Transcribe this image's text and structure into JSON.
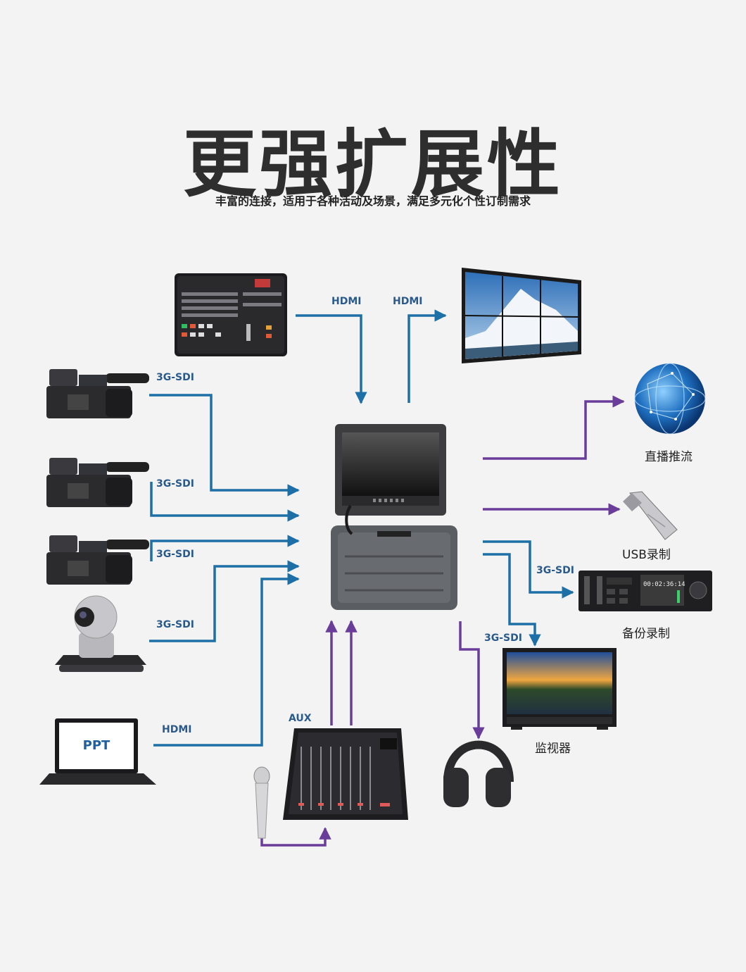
{
  "header": {
    "title": "更强扩展性",
    "subtitle": "丰富的连接，适用于各种活动及场景，满足多元化个性订制需求"
  },
  "links": {
    "hdmi_switcher": "HDMI",
    "hdmi_videowall": "HDMI",
    "sdi_cam1": "3G-SDI",
    "sdi_cam2": "3G-SDI",
    "sdi_cam3": "3G-SDI",
    "sdi_ptz": "3G-SDI",
    "hdmi_laptop": "HDMI",
    "aux_mixer": "AUX",
    "sdi_recorder": "3G-SDI",
    "sdi_monitor": "3G-SDI"
  },
  "devices": {
    "laptop_screen_text": "PPT",
    "streaming_label": "直播推流",
    "usb_label": "USB录制",
    "backup_label": "备份录制",
    "monitor_label": "监视器",
    "recorder_timecode": "00:02:36:14"
  },
  "colors": {
    "blue_line": "#1d6fa8",
    "purple_line": "#6a3d9a",
    "label_blue": "#2a5a8c"
  }
}
